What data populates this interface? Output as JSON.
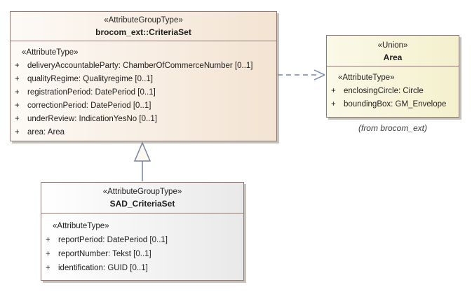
{
  "diagram": {
    "type": "uml-class-diagram",
    "classes": {
      "criteria_set": {
        "stereotype": "«AttributeGroupType»",
        "name": "brocom_ext::CriteriaSet",
        "attr_section": "«AttributeType»",
        "attributes": [
          {
            "vis": "+",
            "text": "deliveryAccountableParty: ChamberOfCommerceNumber [0..1]"
          },
          {
            "vis": "+",
            "text": "qualityRegime: Qualityregime [0..1]"
          },
          {
            "vis": "+",
            "text": "registrationPeriod: DatePeriod [0..1]"
          },
          {
            "vis": "+",
            "text": "correctionPeriod: DatePeriod [0..1]"
          },
          {
            "vis": "+",
            "text": "underReview: IndicationYesNo [0..1]"
          },
          {
            "vis": "+",
            "text": "area: Area"
          }
        ]
      },
      "area": {
        "stereotype": "«Union»",
        "name": "Area",
        "attr_section": "«AttributeType»",
        "attributes": [
          {
            "vis": "+",
            "text": "enclosingCircle: Circle"
          },
          {
            "vis": "+",
            "text": "boundingBox: GM_Envelope"
          }
        ],
        "origin_note": "(from brocom_ext)"
      },
      "sad_criteria_set": {
        "stereotype": "«AttributeGroupType»",
        "name": "SAD_CriteriaSet",
        "attr_section": "«AttributeType»",
        "attributes": [
          {
            "vis": "+",
            "text": "reportPeriod: DatePeriod [0..1]"
          },
          {
            "vis": "+",
            "text": "reportNumber: Tekst [0..1]"
          },
          {
            "vis": "+",
            "text": "identification: GUID [0..1]"
          }
        ]
      }
    },
    "relationships": [
      {
        "type": "dependency",
        "from": "brocom_ext::CriteriaSet",
        "to": "Area",
        "line": "dashed",
        "arrowhead": "open"
      },
      {
        "type": "generalization",
        "from": "SAD_CriteriaSet",
        "to": "brocom_ext::CriteriaSet",
        "line": "solid",
        "arrowhead": "hollow-triangle"
      }
    ],
    "colors": {
      "criteria_fill_start": "#fdfaf6",
      "criteria_fill_end": "#f3e3d2",
      "area_fill_start": "#fbf9e8",
      "area_fill_end": "#f4f0cd",
      "sad_fill_start": "#ffffff",
      "sad_fill_end": "#e9e9e9",
      "class_border": "#8e7b76",
      "connector": "#7384a3",
      "shadow": "#c8c2bd",
      "text": "#1f1d1b"
    }
  }
}
